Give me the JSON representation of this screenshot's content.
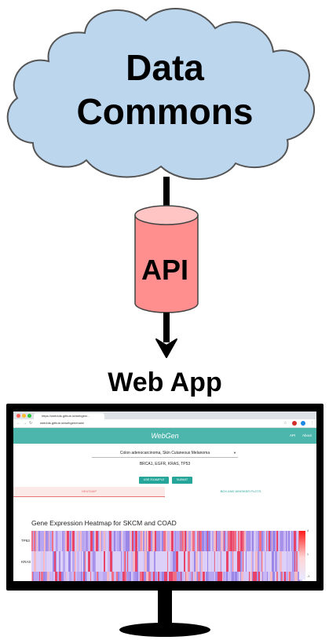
{
  "diagram": {
    "cloud_line_1": "Data",
    "cloud_line_2": "Commons",
    "api_label": "API",
    "webapp_label": "Web App",
    "colors": {
      "cloud_fill": "#bcd6ee",
      "cylinder_fill": "#ff8f8f",
      "cylinder_top": "#ffc4c4",
      "monitor": "#000000",
      "teal": "#4db6ac"
    }
  },
  "screen": {
    "browser_tab_title": "https://web4ds.github.io/webgen/...",
    "address": "web4ds.github.io/webgen/main/",
    "app_title": "WebGen",
    "nav_api": "API",
    "nav_about": "About",
    "cancer_select": "Colon adenocarcinoma, Skin Cutaneous Melanoma",
    "genes_input": "BRCA1, EGFR, KRAS, TP53",
    "use_example_label": "USE EXAMPLE",
    "submit_label": "SUBMIT",
    "tab_heatmap": "HEATMAP",
    "tab_box": "BOX AND WHISKER PLOTS",
    "heatmap_title": "Gene Expression Heatmap for SKCM and COAD",
    "row_label_1": "TP53",
    "row_label_2": "KRAS",
    "scale_tick_top": "4",
    "scale_tick_mid": "1",
    "scale_tick_bottom": "-1"
  }
}
